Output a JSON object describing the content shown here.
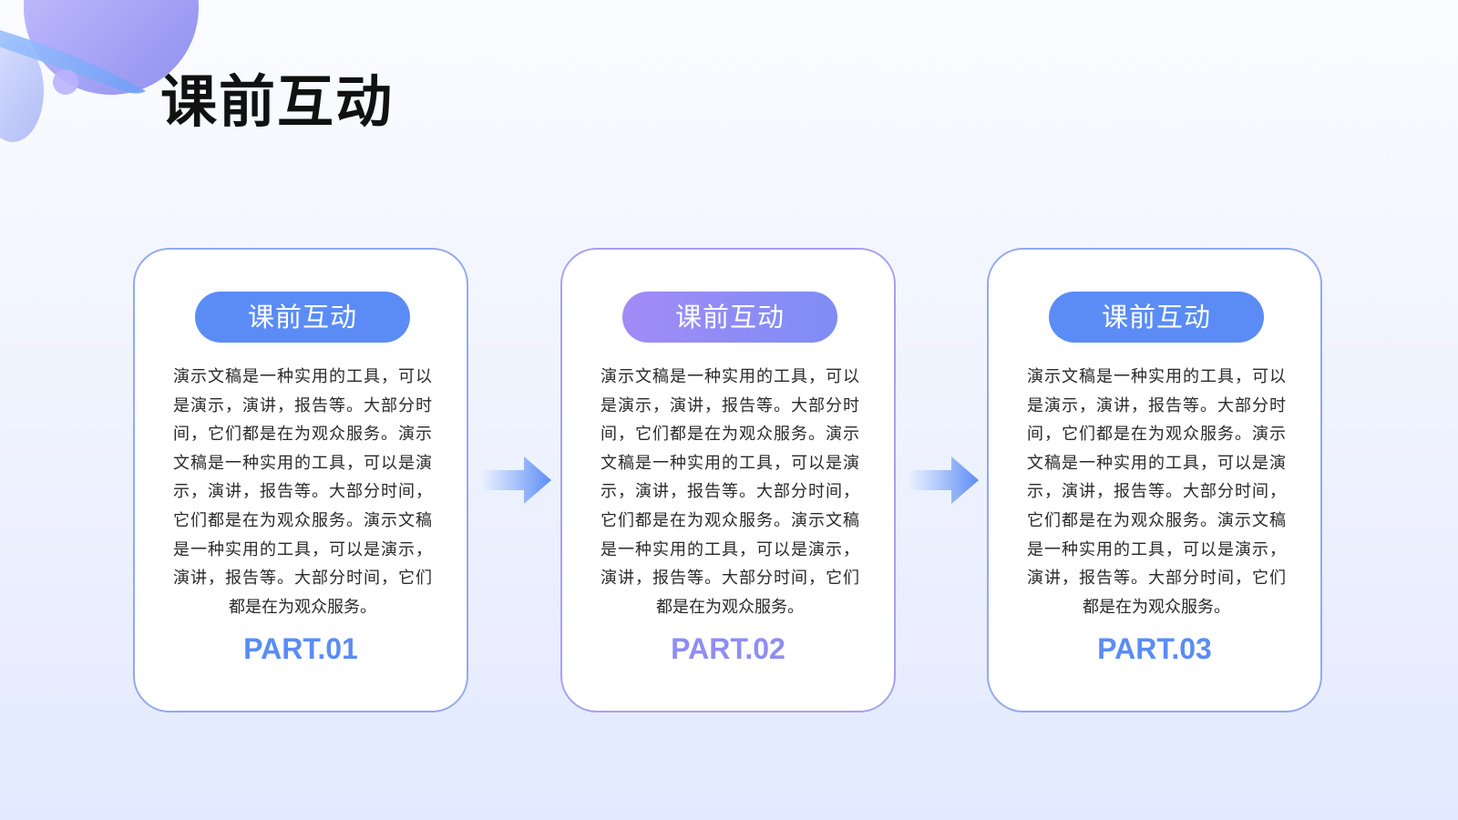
{
  "page": {
    "title": "课前互动"
  },
  "colors": {
    "accent_blue": "#5b8cf5",
    "accent_purple": "#8f8df3",
    "card_border": "#93a9ee"
  },
  "cards": [
    {
      "badge": "课前互动",
      "body": "演示文稿是一种实用的工具，可以是演示，演讲，报告等。大部分时间，它们都是在为观众服务。演示文稿是一种实用的工具，可以是演示，演讲，报告等。大部分时间，它们都是在为观众服务。演示文稿是一种实用的工具，可以是演示，演讲，报告等。大部分时间，它们都是在为观众服务。",
      "part": "PART.01"
    },
    {
      "badge": "课前互动",
      "body": "演示文稿是一种实用的工具，可以是演示，演讲，报告等。大部分时间，它们都是在为观众服务。演示文稿是一种实用的工具，可以是演示，演讲，报告等。大部分时间，它们都是在为观众服务。演示文稿是一种实用的工具，可以是演示，演讲，报告等。大部分时间，它们都是在为观众服务。",
      "part": "PART.02"
    },
    {
      "badge": "课前互动",
      "body": "演示文稿是一种实用的工具，可以是演示，演讲，报告等。大部分时间，它们都是在为观众服务。演示文稿是一种实用的工具，可以是演示，演讲，报告等。大部分时间，它们都是在为观众服务。演示文稿是一种实用的工具，可以是演示，演讲，报告等。大部分时间，它们都是在为观众服务。",
      "part": "PART.03"
    }
  ],
  "icons": {
    "corner_decoration": "planet-decoration-icon",
    "connector": "arrow-right-icon"
  }
}
